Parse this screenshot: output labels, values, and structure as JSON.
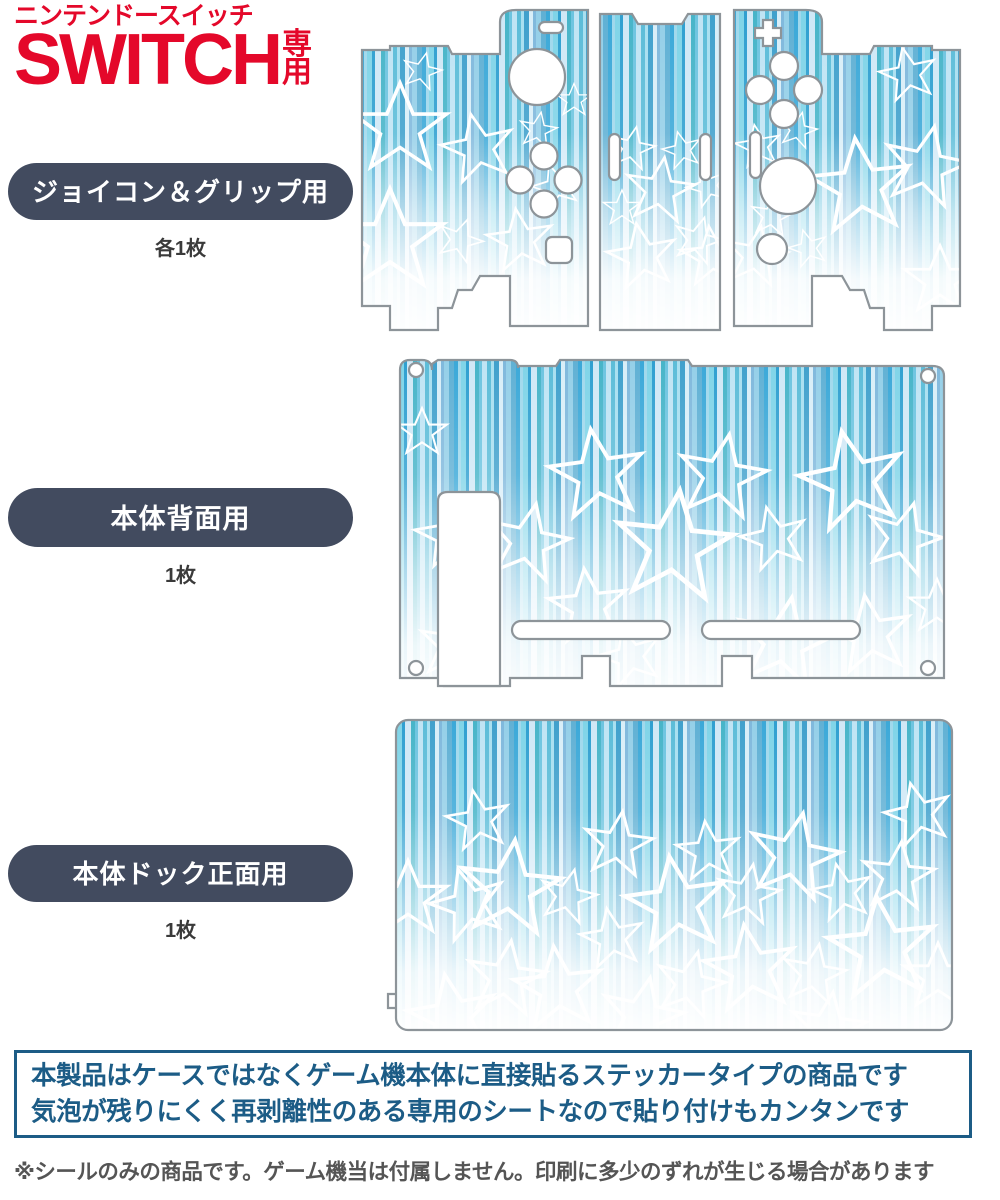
{
  "header": {
    "kana_top": "ニンテンドースイッチ",
    "switch_word": "SWITCH",
    "senyou_line1": "専",
    "senyou_line2": "用",
    "red": "#e4082a"
  },
  "sections": [
    {
      "label": "ジョイコン＆グリップ用",
      "count": "各1枚",
      "part": "joycon-and-grip"
    },
    {
      "label": "本体背面用",
      "count": "1枚",
      "part": "console-back"
    },
    {
      "label": "本体ドック正面用",
      "count": "1枚",
      "part": "dock-front"
    }
  ],
  "pill_color": "#424b5f",
  "disclaimer": {
    "line1": "本製品はケースではなくゲーム機本体に直接貼るステッカータイプの商品です",
    "line2": "気泡が残りにくく再剥離性のある専用のシートなので貼り付けもカンタンです",
    "border_color": "#1c5c86",
    "text_color": "#1c5c86"
  },
  "footnote": {
    "text": "※シールのみの商品です。ゲーム機当は付属しません。印刷に多少のずれが生じる場合があります",
    "color": "#555555"
  },
  "artwork": {
    "theme": "vertical-stripes-with-star-outlines",
    "description": "青〜水色の縦ストライプが下方向に白へフェードし、白い星の輪郭が散りばめられたデザイン",
    "stripe_colors": [
      "#3aa8d8",
      "#7fd4e8",
      "#bfe4f4",
      "#5bbcd8",
      "#9fd8ec",
      "#2e9fd0",
      "#7fb8dc",
      "#cfe8f6",
      "#46b4c8",
      "#a8dff0",
      "#6cc4e0",
      "#d8eef8",
      "#3fa0cc",
      "#94cfe8",
      "#5fb0d4"
    ],
    "outline_color": "#8d9499",
    "star_color": "#ffffff",
    "fade_to": "#ffffff"
  }
}
